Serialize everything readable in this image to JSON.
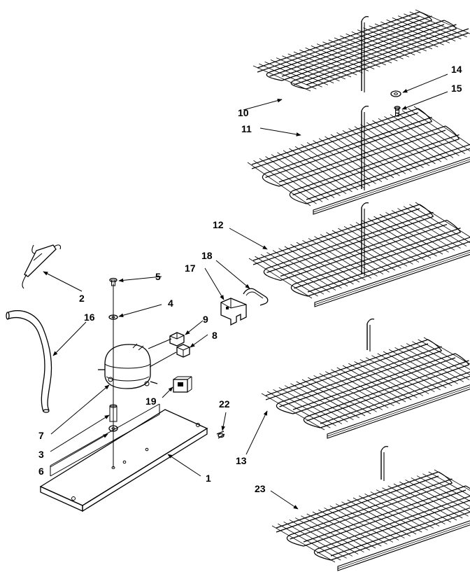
{
  "diagram": {
    "colors": {
      "ink": "#000000",
      "paper": "#ffffff"
    },
    "callouts": [
      {
        "id": "c1",
        "label": "1"
      },
      {
        "id": "c2",
        "label": "2"
      },
      {
        "id": "c3",
        "label": "3"
      },
      {
        "id": "c4",
        "label": "4"
      },
      {
        "id": "c5",
        "label": "5"
      },
      {
        "id": "c6",
        "label": "6"
      },
      {
        "id": "c7",
        "label": "7"
      },
      {
        "id": "c8",
        "label": "8"
      },
      {
        "id": "c9",
        "label": "9"
      },
      {
        "id": "c10",
        "label": "10"
      },
      {
        "id": "c11",
        "label": "11"
      },
      {
        "id": "c12",
        "label": "12"
      },
      {
        "id": "c13",
        "label": "13"
      },
      {
        "id": "c14",
        "label": "14"
      },
      {
        "id": "c15",
        "label": "15"
      },
      {
        "id": "c16",
        "label": "16"
      },
      {
        "id": "c17",
        "label": "17"
      },
      {
        "id": "c18",
        "label": "18"
      },
      {
        "id": "c19",
        "label": "19"
      },
      {
        "id": "c22",
        "label": "22"
      },
      {
        "id": "c23",
        "label": "23"
      }
    ]
  }
}
